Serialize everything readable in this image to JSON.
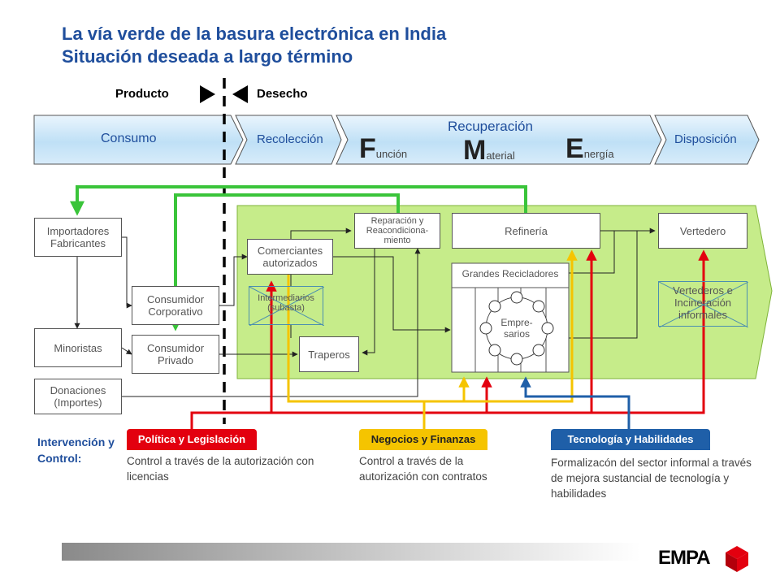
{
  "title": {
    "line1": "La vía verde de la basura electrónica en India",
    "line2": "Situación deseada a largo término"
  },
  "divider": {
    "left_label": "Producto",
    "right_label": "Desecho"
  },
  "stages": {
    "consumo": "Consumo",
    "recoleccion": "Recolección",
    "recuperacion": "Recuperación",
    "funcion": {
      "initial": "F",
      "rest": "unción"
    },
    "material": {
      "initial": "M",
      "rest": "aterial"
    },
    "energia": {
      "initial": "E",
      "rest": "nergía"
    },
    "disposicion": "Disposición"
  },
  "nodes": {
    "importadores": "Importadores Fabricantes",
    "minoristas": "Minoristas",
    "donaciones": "Donaciones (Importes)",
    "consumidor_corporativo": "Consumidor Corporativo",
    "consumidor_privado": "Consumidor Privado",
    "comerciantes": "Comerciantes autorizados",
    "intermediarios": "Intermediarios (subasta)",
    "traperos": "Traperos",
    "reparacion": "Reparación y Reacondiciona-miento",
    "refineria": "Refinería",
    "grandes_recicladores": "Grandes Recicladores",
    "empresarios": "Empre-sarios",
    "vertedero": "Vertedero",
    "vertederos_informales": "Vertederos e Incineración informales"
  },
  "intervention": {
    "label": "Intervención y Control:",
    "politica": {
      "title": "Política y Legislación",
      "desc": "Control a través de la autorización con licencias",
      "color": "#e3000f"
    },
    "negocios": {
      "title": "Negocios y Finanzas",
      "desc": "Control a través de la autorización con contratos",
      "color": "#f5c400"
    },
    "tecnologia": {
      "title": "Tecnología y Habilidades",
      "desc": "Formalizacón del sector informal a través de mejora sustancial de tecnología y habilidades",
      "color": "#1f5fa8"
    }
  },
  "colors": {
    "title": "#1f4e9c",
    "stage_arrow": "#cfe6f7",
    "green_zone": "#c6ec8a",
    "green_flow": "#3ac43a",
    "red": "#e3000f",
    "yellow": "#f5c400",
    "blue": "#1f5fa8"
  },
  "footer": {
    "logo": "EMPA"
  }
}
